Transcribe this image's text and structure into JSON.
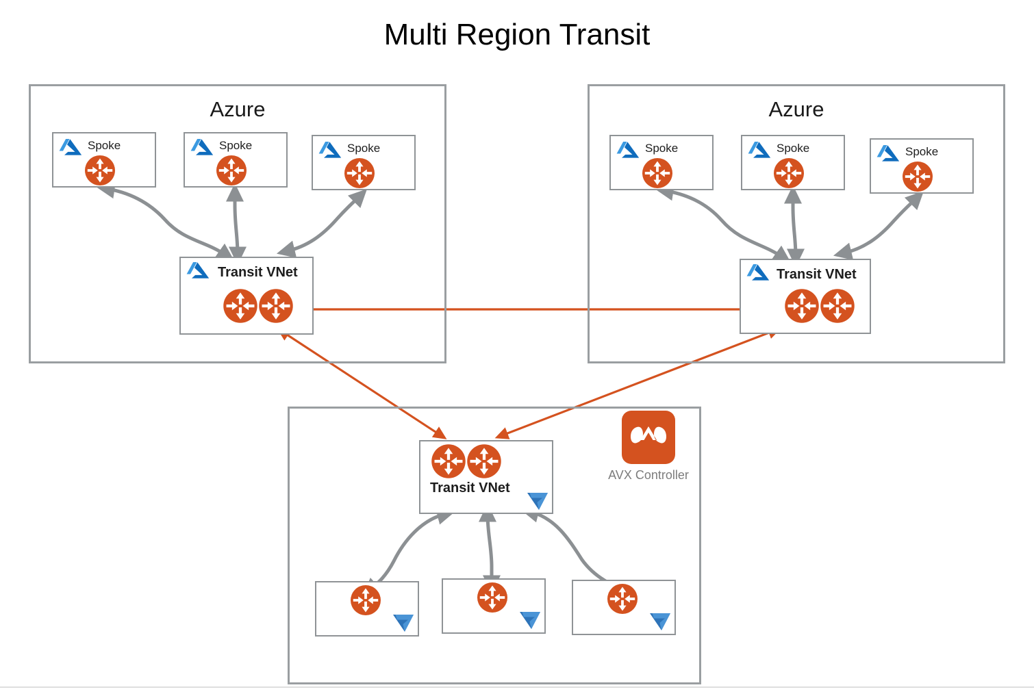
{
  "page": {
    "title": "Multi Region Transit",
    "background": "#ffffff"
  },
  "colors": {
    "router_orange": "#d4521f",
    "azure_blue_dark": "#0f6cbd",
    "azure_blue_light": "#3b9ae1",
    "stack_blue_dark": "#2d73b8",
    "stack_blue_light": "#4a94d6",
    "gray_arrow": "#8c9093",
    "red_arrow": "#d4521f",
    "box_border": "#8f9396",
    "region_border": "#9a9ea1",
    "caption_gray": "#7c7c7c"
  },
  "regions": [
    {
      "id": "azure-left",
      "label": "Azure",
      "cloud": "azure",
      "transit": {
        "label": "Transit VNet",
        "gateways": 2,
        "logo": "azure-logo"
      },
      "spokes": [
        {
          "label": "Spoke",
          "logo": "azure-logo",
          "gateways": 1
        },
        {
          "label": "Spoke",
          "logo": "azure-logo",
          "gateways": 1
        },
        {
          "label": "Spoke",
          "logo": "azure-logo",
          "gateways": 1
        }
      ]
    },
    {
      "id": "azure-right",
      "label": "Azure",
      "cloud": "azure",
      "transit": {
        "label": "Transit VNet",
        "gateways": 2,
        "logo": "azure-logo"
      },
      "spokes": [
        {
          "label": "Spoke",
          "logo": "azure-logo",
          "gateways": 1
        },
        {
          "label": "Spoke",
          "logo": "azure-logo",
          "gateways": 1
        },
        {
          "label": "Spoke",
          "logo": "azure-logo",
          "gateways": 1
        }
      ]
    },
    {
      "id": "azure-stack-bottom",
      "label": "",
      "cloud": "azure-stack",
      "transit": {
        "label": "Transit VNet",
        "gateways": 2,
        "logo": "azure-stack-logo"
      },
      "spokes": [
        {
          "label": "",
          "logo": "azure-stack-logo",
          "gateways": 1
        },
        {
          "label": "",
          "logo": "azure-stack-logo",
          "gateways": 1
        },
        {
          "label": "",
          "logo": "azure-stack-logo",
          "gateways": 1
        }
      ],
      "controller": {
        "caption": "AVX Controller",
        "icon": "aviatrix-logo"
      }
    }
  ],
  "connections": {
    "intra_region_style": "gray-curved-double-arrow",
    "inter_region_style": "red-straight-double-arrow",
    "links": [
      {
        "from": "azure-left.transit",
        "to": "azure-right.transit",
        "style": "red-straight-double-arrow"
      },
      {
        "from": "azure-left.transit",
        "to": "azure-stack-bottom.transit",
        "style": "red-straight-double-arrow"
      },
      {
        "from": "azure-right.transit",
        "to": "azure-stack-bottom.transit",
        "style": "red-straight-double-arrow"
      },
      {
        "from": "azure-left.transit",
        "to": "azure-left.spoke.0",
        "style": "gray-curved-double-arrow"
      },
      {
        "from": "azure-left.transit",
        "to": "azure-left.spoke.1",
        "style": "gray-curved-double-arrow"
      },
      {
        "from": "azure-left.transit",
        "to": "azure-left.spoke.2",
        "style": "gray-curved-double-arrow"
      },
      {
        "from": "azure-right.transit",
        "to": "azure-right.spoke.0",
        "style": "gray-curved-double-arrow"
      },
      {
        "from": "azure-right.transit",
        "to": "azure-right.spoke.1",
        "style": "gray-curved-double-arrow"
      },
      {
        "from": "azure-right.transit",
        "to": "azure-right.spoke.2",
        "style": "gray-curved-double-arrow"
      },
      {
        "from": "azure-stack-bottom.transit",
        "to": "azure-stack-bottom.spoke.0",
        "style": "gray-curved-double-arrow"
      },
      {
        "from": "azure-stack-bottom.transit",
        "to": "azure-stack-bottom.spoke.1",
        "style": "gray-curved-double-arrow"
      },
      {
        "from": "azure-stack-bottom.transit",
        "to": "azure-stack-bottom.spoke.2",
        "style": "gray-curved-double-arrow"
      }
    ]
  }
}
